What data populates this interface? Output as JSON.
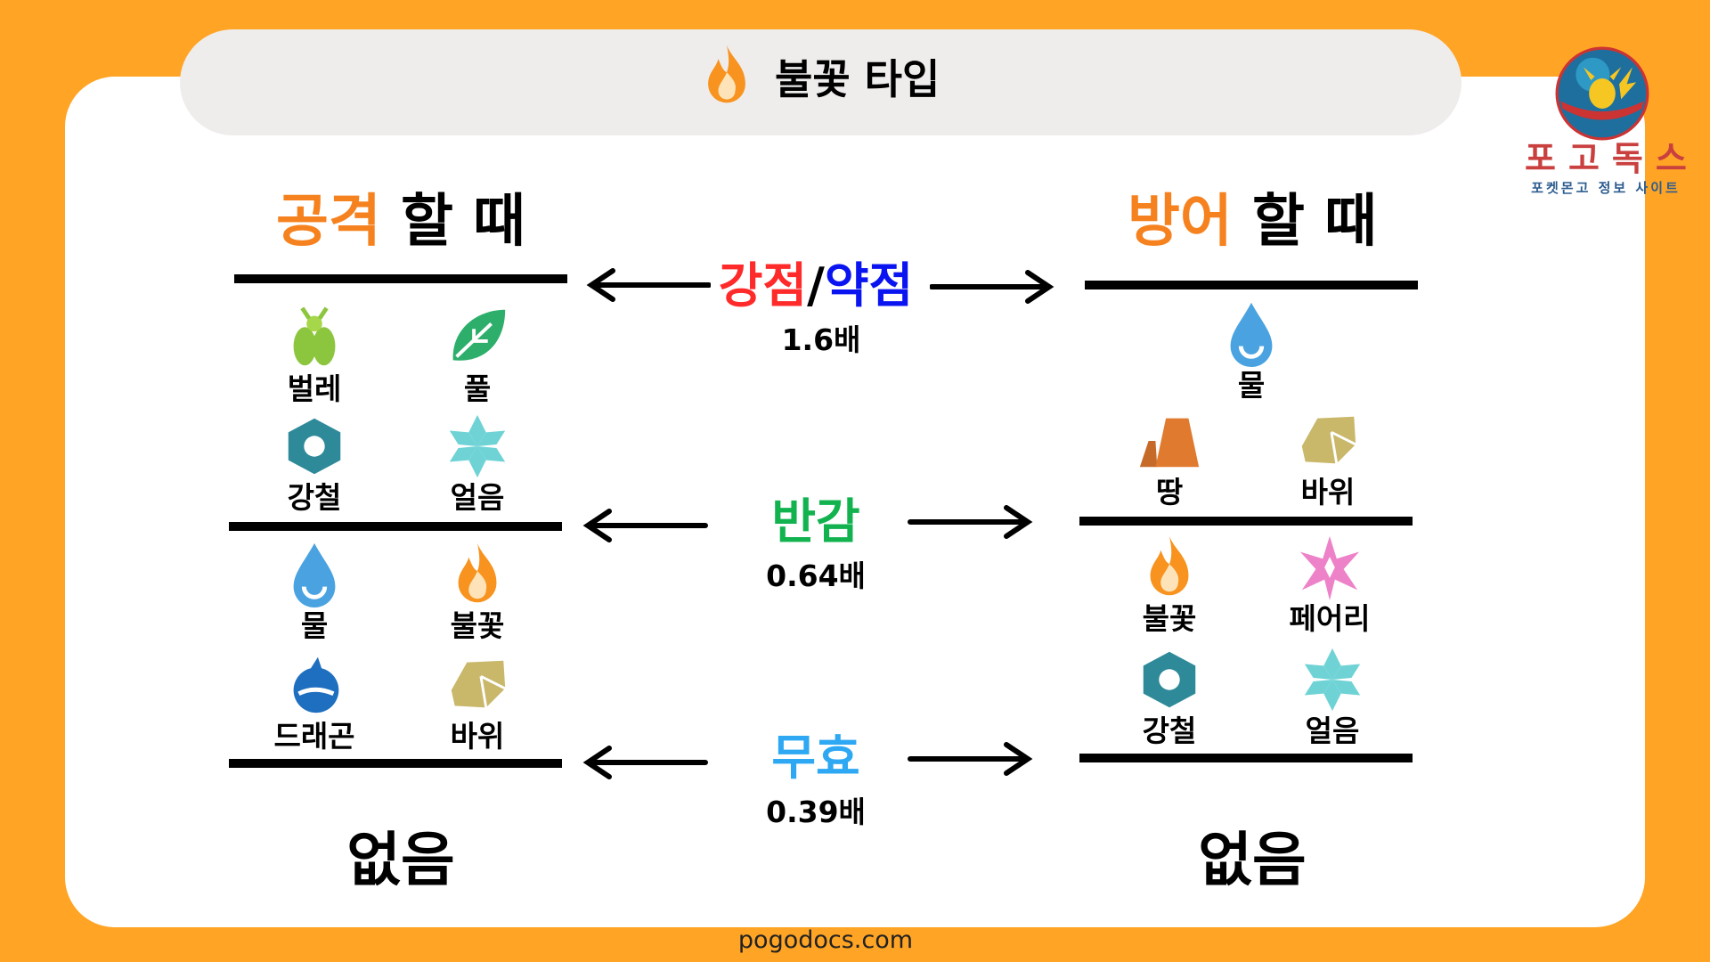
{
  "title": "불꽃 타입",
  "title_icon": "fire-icon",
  "logo": {
    "name": "포고독스",
    "subtitle": "포켓몬고 정보 사이트"
  },
  "attack": {
    "heading_accent": "공격",
    "heading_rest": "할 때"
  },
  "defense": {
    "heading_accent": "방어",
    "heading_rest": "할 때"
  },
  "categories": {
    "strong_label": "강점",
    "slash": "/",
    "weak_label": "약점",
    "strong_mult": "1.6배",
    "resist_label": "반감",
    "resist_mult": "0.64배",
    "immune_label": "무효",
    "immune_mult": "0.39배"
  },
  "colors": {
    "background": "#FFA424",
    "accent": "#F5821F",
    "strong": "#FF2A2A",
    "weak": "#0A14F0",
    "resist": "#12B34F",
    "immune": "#2EA8F2"
  },
  "attack_strong": [
    {
      "name": "벌레",
      "icon": "bug"
    },
    {
      "name": "풀",
      "icon": "grass"
    },
    {
      "name": "강철",
      "icon": "steel"
    },
    {
      "name": "얼음",
      "icon": "ice"
    }
  ],
  "attack_resist": [
    {
      "name": "물",
      "icon": "water"
    },
    {
      "name": "불꽃",
      "icon": "fire"
    },
    {
      "name": "드래곤",
      "icon": "dragon"
    },
    {
      "name": "바위",
      "icon": "rock"
    }
  ],
  "attack_immune": "없음",
  "defense_weak": [
    {
      "name": "물",
      "icon": "water"
    },
    {
      "name": "땅",
      "icon": "ground"
    },
    {
      "name": "바위",
      "icon": "rock"
    }
  ],
  "defense_resist": [
    {
      "name": "불꽃",
      "icon": "fire"
    },
    {
      "name": "페어리",
      "icon": "fairy"
    },
    {
      "name": "강철",
      "icon": "steel"
    },
    {
      "name": "얼음",
      "icon": "ice"
    }
  ],
  "defense_immune": "없음",
  "footer": "pogodocs.com"
}
